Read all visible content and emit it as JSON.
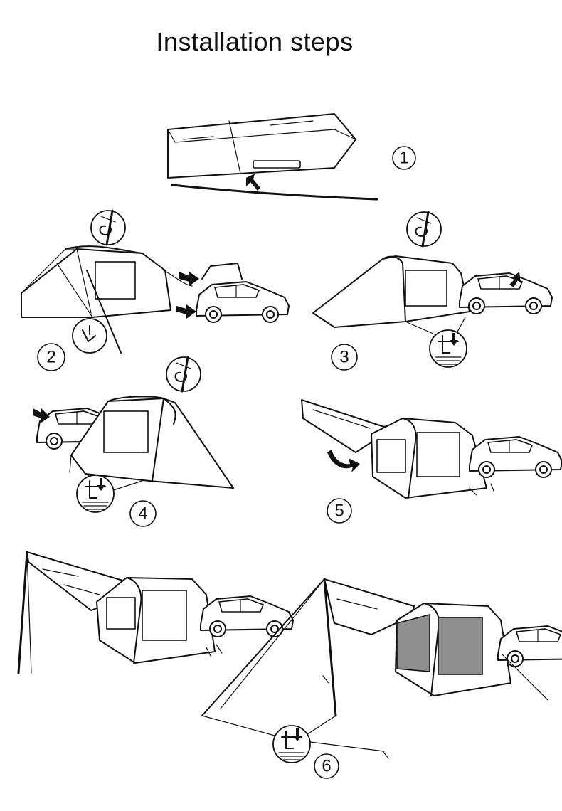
{
  "title": "Installation steps",
  "steps": [
    {
      "label": "1"
    },
    {
      "label": "2"
    },
    {
      "label": "3"
    },
    {
      "label": "4"
    },
    {
      "label": "5"
    },
    {
      "label": "6"
    }
  ],
  "colors": {
    "ink": "#111111",
    "shaded_panel": "#8f8f8f",
    "background": "#ffffff"
  },
  "icons": [
    "direction-arrow-icon",
    "stake-detail-icon",
    "hook-detail-icon",
    "rotate-arrow-icon"
  ]
}
